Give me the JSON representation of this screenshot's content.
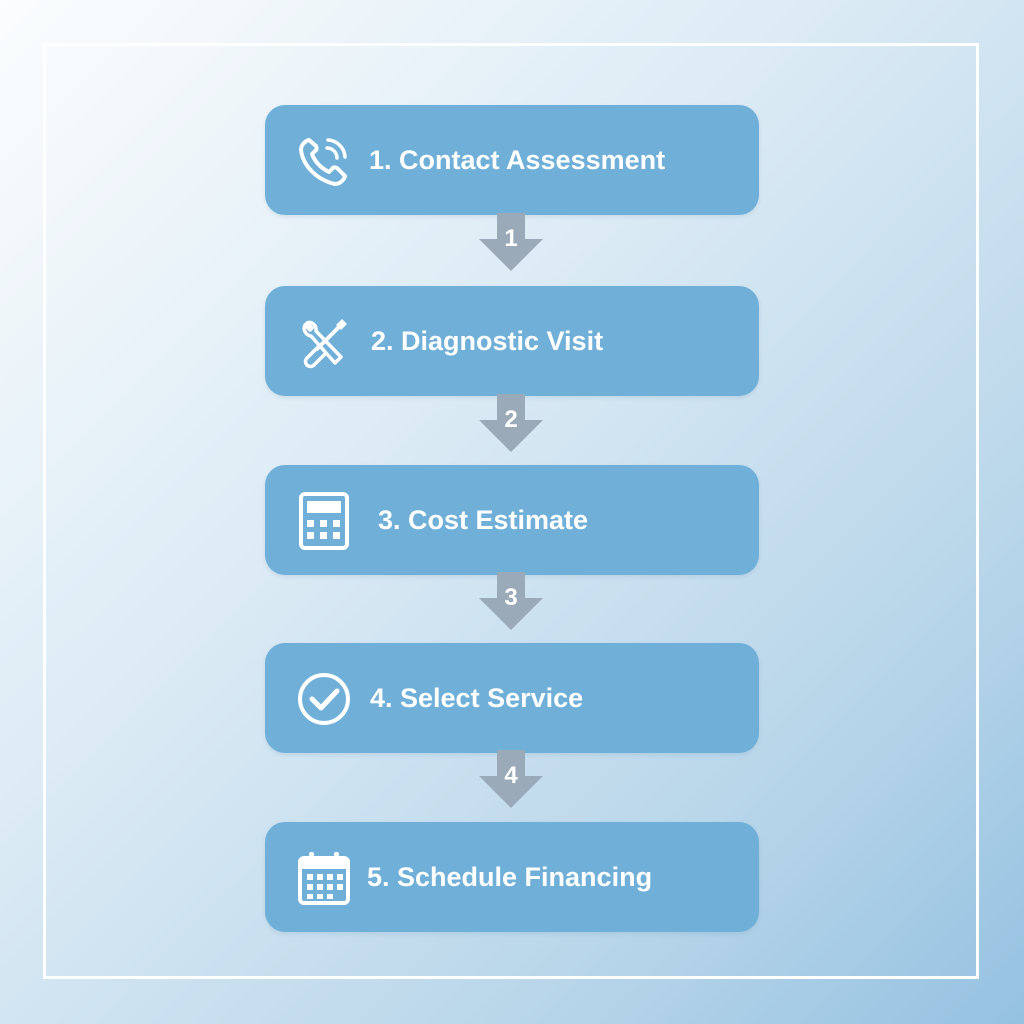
{
  "steps": [
    {
      "label": "1. Contact Assessment",
      "icon": "phone-icon"
    },
    {
      "label": "2. Diagnostic Visit",
      "icon": "tools-icon"
    },
    {
      "label": "3. Cost Estimate",
      "icon": "calculator-icon"
    },
    {
      "label": "4. Select Service",
      "icon": "check-circle-icon"
    },
    {
      "label": "5. Schedule Financing",
      "icon": "calendar-icon"
    }
  ],
  "connectors": [
    "1",
    "2",
    "3",
    "4"
  ],
  "colors": {
    "box": "#6fafd8",
    "arrow": "#9aaab8",
    "text": "#ffffff",
    "frame": "#ffffff"
  }
}
